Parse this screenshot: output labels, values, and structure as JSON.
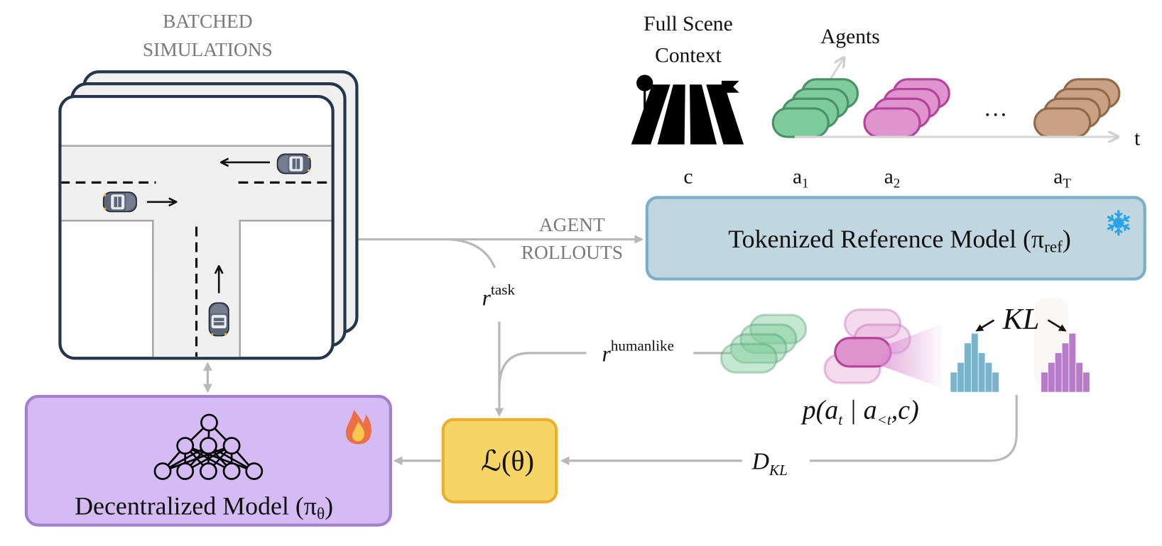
{
  "simulations": {
    "title_line1": "BATCHED",
    "title_line2": "SIMULATIONS",
    "stack_count": 3
  },
  "context": {
    "title_line1": "Full Scene",
    "title_line2": "Context",
    "label": "c",
    "icon": "road-scene-icon"
  },
  "agents": {
    "axis_label": "Agents",
    "time_label": "t",
    "ellipsis": "…",
    "groups": [
      {
        "label": "a",
        "sub": "1",
        "fill": "#7ecb9c",
        "stroke": "#4b9168"
      },
      {
        "label": "a",
        "sub": "2",
        "fill": "#e094ce",
        "stroke": "#b3439b"
      },
      {
        "label": "a",
        "sub": "T",
        "fill": "#c9a184",
        "stroke": "#8f6a48"
      }
    ]
  },
  "reference_model": {
    "label": "Tokenized Reference Model",
    "symbol": "π",
    "symbol_sub": "ref",
    "icon": "snowflake-icon",
    "fill": "#c0d7e0",
    "stroke": "#7aafc9",
    "icon_color": "#29a3e6"
  },
  "rollouts": {
    "line1": "AGENT",
    "line2": "ROLLOUTS"
  },
  "rewards": {
    "task_base": "r",
    "task_sup": "task",
    "humanlike_base": "r",
    "humanlike_sup": "humanlike"
  },
  "distribution": {
    "formula": "p(a",
    "formula_sub_t": "t",
    "formula_mid": " | a",
    "formula_sub_lt": "<t",
    "formula_end": ",c)",
    "kl_label": "KL",
    "histogram_blue": {
      "values": [
        2,
        3,
        5,
        6,
        4,
        3,
        2
      ],
      "color": "#7ab3cc"
    },
    "histogram_purple": {
      "values": [
        2,
        3,
        4,
        5,
        6,
        3,
        2
      ],
      "color": "#b77bc9"
    }
  },
  "dkl": {
    "base": "D",
    "sub": "KL"
  },
  "loss": {
    "label": "ℒ(θ)",
    "fill": "#f6d465",
    "stroke": "#e8b02e"
  },
  "policy_model": {
    "label": "Decentralized Model (",
    "symbol": "π",
    "symbol_sub": "θ",
    "close": ")",
    "icon": "flame-icon",
    "network_icon": "neural-network-icon",
    "fill": "#d4bbf4",
    "stroke": "#a47fcf"
  }
}
